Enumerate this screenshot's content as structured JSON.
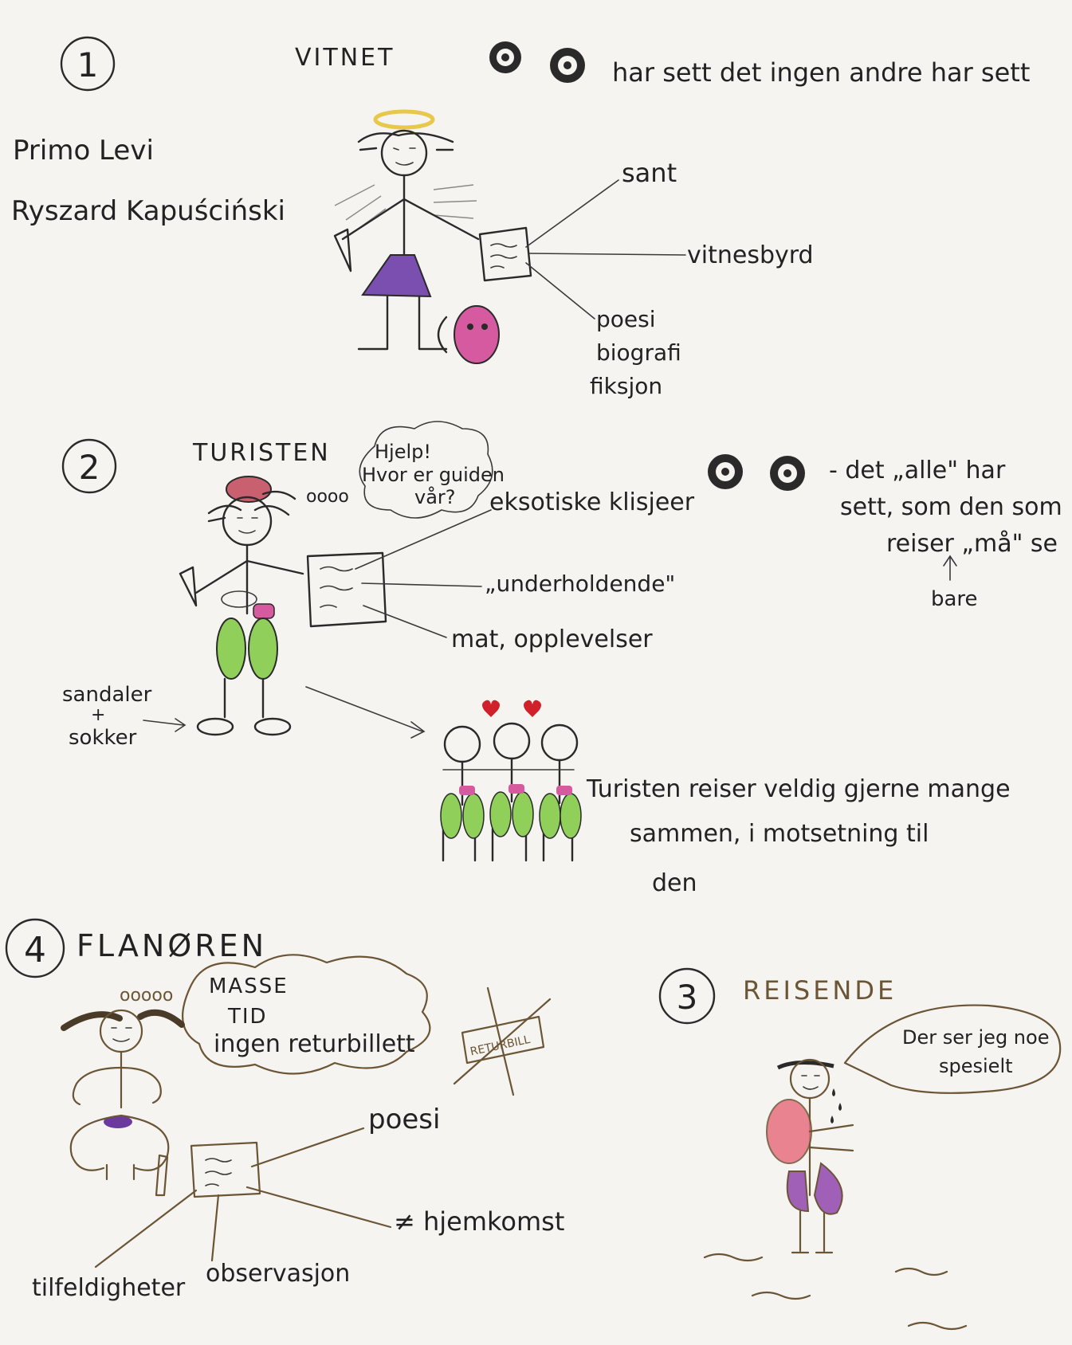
{
  "sections": {
    "witness": {
      "number": "1",
      "title": "VITNET",
      "eyes_note": "har sett det ingen andre har sett",
      "authors": [
        "Primo Levi",
        "Ryszard Kapuściński"
      ],
      "branches": [
        "sant",
        "vitnesbyrd",
        "poesi",
        "biografi",
        "fiksjon"
      ]
    },
    "tourist": {
      "number": "2",
      "title": "TURISTEN",
      "thought_dots": "oooo",
      "thought": [
        "Hjelp!",
        "Hvor er guiden",
        "vår?"
      ],
      "branches": [
        "eksotiske klisjeer",
        "„underholdende\"",
        "mat, opplevelser"
      ],
      "eyes_note": [
        "- det „alle\" har",
        "sett, som den som",
        "reiser „må\" se"
      ],
      "eyes_note_insert": "bare",
      "sandals": [
        "sandaler",
        "+",
        "sokker"
      ],
      "group_note": [
        "Turisten reiser veldig gjerne mange",
        "sammen, i motsetning til",
        "den"
      ]
    },
    "flaneur": {
      "number": "4",
      "title": "FLANØREN",
      "thought_dots": "ooooo",
      "thought": [
        "MASSE",
        "TID",
        "ingen returbillett"
      ],
      "ticket": "RETURBILL",
      "branches": [
        "poesi",
        "≠ hjemkomst",
        "tilfeldigheter",
        "observasjon"
      ]
    },
    "traveler": {
      "number": "3",
      "title": "REISENDE",
      "speech": [
        "Der ser jeg noe",
        "spesielt"
      ]
    }
  },
  "colors": {
    "ink": "#2a2a2a",
    "brown": "#6b5535",
    "purple": "#7a4fb0",
    "pink": "#d65aa0",
    "green": "#8fcf5a",
    "red": "#d0202a",
    "halo": "#e8c84a"
  }
}
